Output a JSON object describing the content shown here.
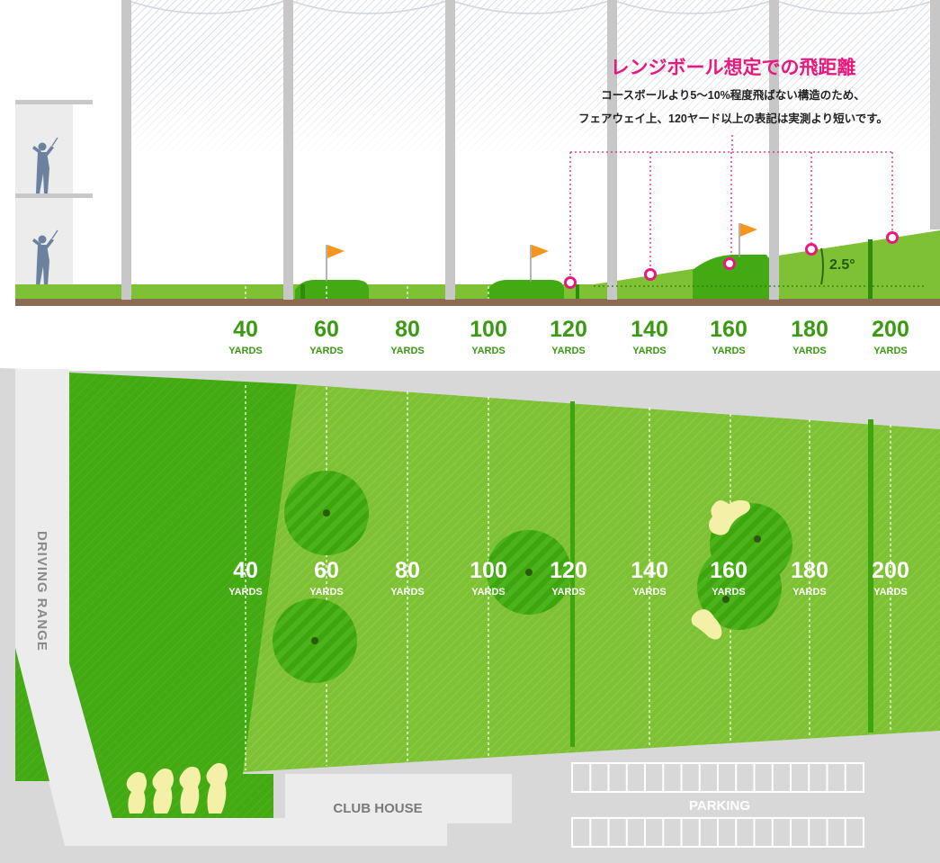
{
  "notice": {
    "title": "レンジボール想定での飛距離",
    "line1": "コースボールより5〜10%程度飛ばない構造のため、",
    "line2": "フェアウェイ上、120ヤード以上の表記は実測より短いです。"
  },
  "slope_label": "2.5°",
  "yard_unit": "YARDS",
  "yardages": [
    "40",
    "60",
    "80",
    "100",
    "120",
    "140",
    "160",
    "180",
    "200"
  ],
  "map_labels": {
    "driving_range": "DRIVING RANGE",
    "club_house": "CLUB HOUSE",
    "parking": "PARKING"
  },
  "colors": {
    "accent_pink": "#e8197e",
    "fairway_green": "#7ec135",
    "dark_green": "#3ea50f",
    "yard_label_green": "#3a9a12",
    "flag_orange": "#f7941d",
    "ground_brown": "#8b6b52",
    "golfer_blue": "#6a82a0",
    "sand_yellow": "#f5f0a8"
  },
  "icons": [
    "golfer-icon",
    "flag-icon",
    "sand-bunker",
    "green-circle"
  ]
}
